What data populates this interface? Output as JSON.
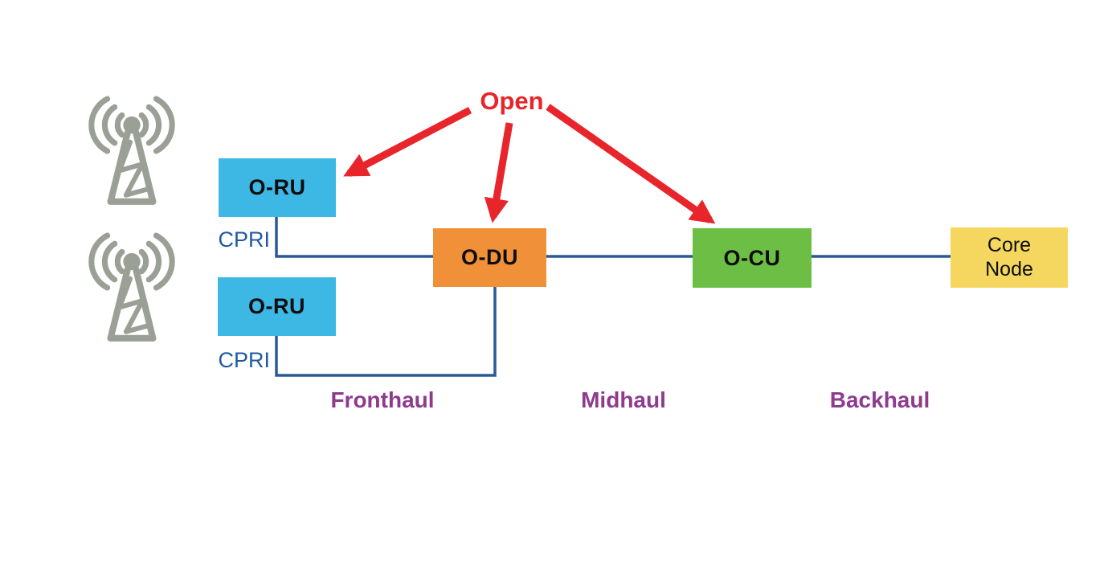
{
  "diagram": {
    "annotation": {
      "open_label": "Open",
      "targets": [
        "O-RU",
        "O-DU",
        "O-CU"
      ]
    },
    "nodes": [
      {
        "id": "oru-1",
        "label": "O-RU",
        "color": "#3db7e4"
      },
      {
        "id": "oru-2",
        "label": "O-RU",
        "color": "#3db7e4"
      },
      {
        "id": "odu",
        "label": "O-DU",
        "color": "#f0913a"
      },
      {
        "id": "ocu",
        "label": "O-CU",
        "color": "#6cbe45"
      },
      {
        "id": "core-node",
        "label": "Core\nNode",
        "color": "#f5d75f"
      }
    ],
    "interface_labels": [
      {
        "id": "cpri-1",
        "text": "CPRI"
      },
      {
        "id": "cpri-2",
        "text": "CPRI"
      }
    ],
    "segments": [
      {
        "id": "fronthaul",
        "text": "Fronthaul"
      },
      {
        "id": "midhaul",
        "text": "Midhaul"
      },
      {
        "id": "backhaul",
        "text": "Backhaul"
      }
    ],
    "icons": [
      {
        "id": "antenna-1",
        "name": "radio-tower-icon"
      },
      {
        "id": "antenna-2",
        "name": "radio-tower-icon"
      }
    ],
    "colors": {
      "connector_line": "#2a5a96",
      "cpri_text": "#1f5aa0",
      "segment_text": "#8e3b8e",
      "open_annotation": "#e8252b",
      "antenna_gray": "#9aa096",
      "node_text": "#0d0d0d",
      "background": "#ffffff"
    }
  }
}
